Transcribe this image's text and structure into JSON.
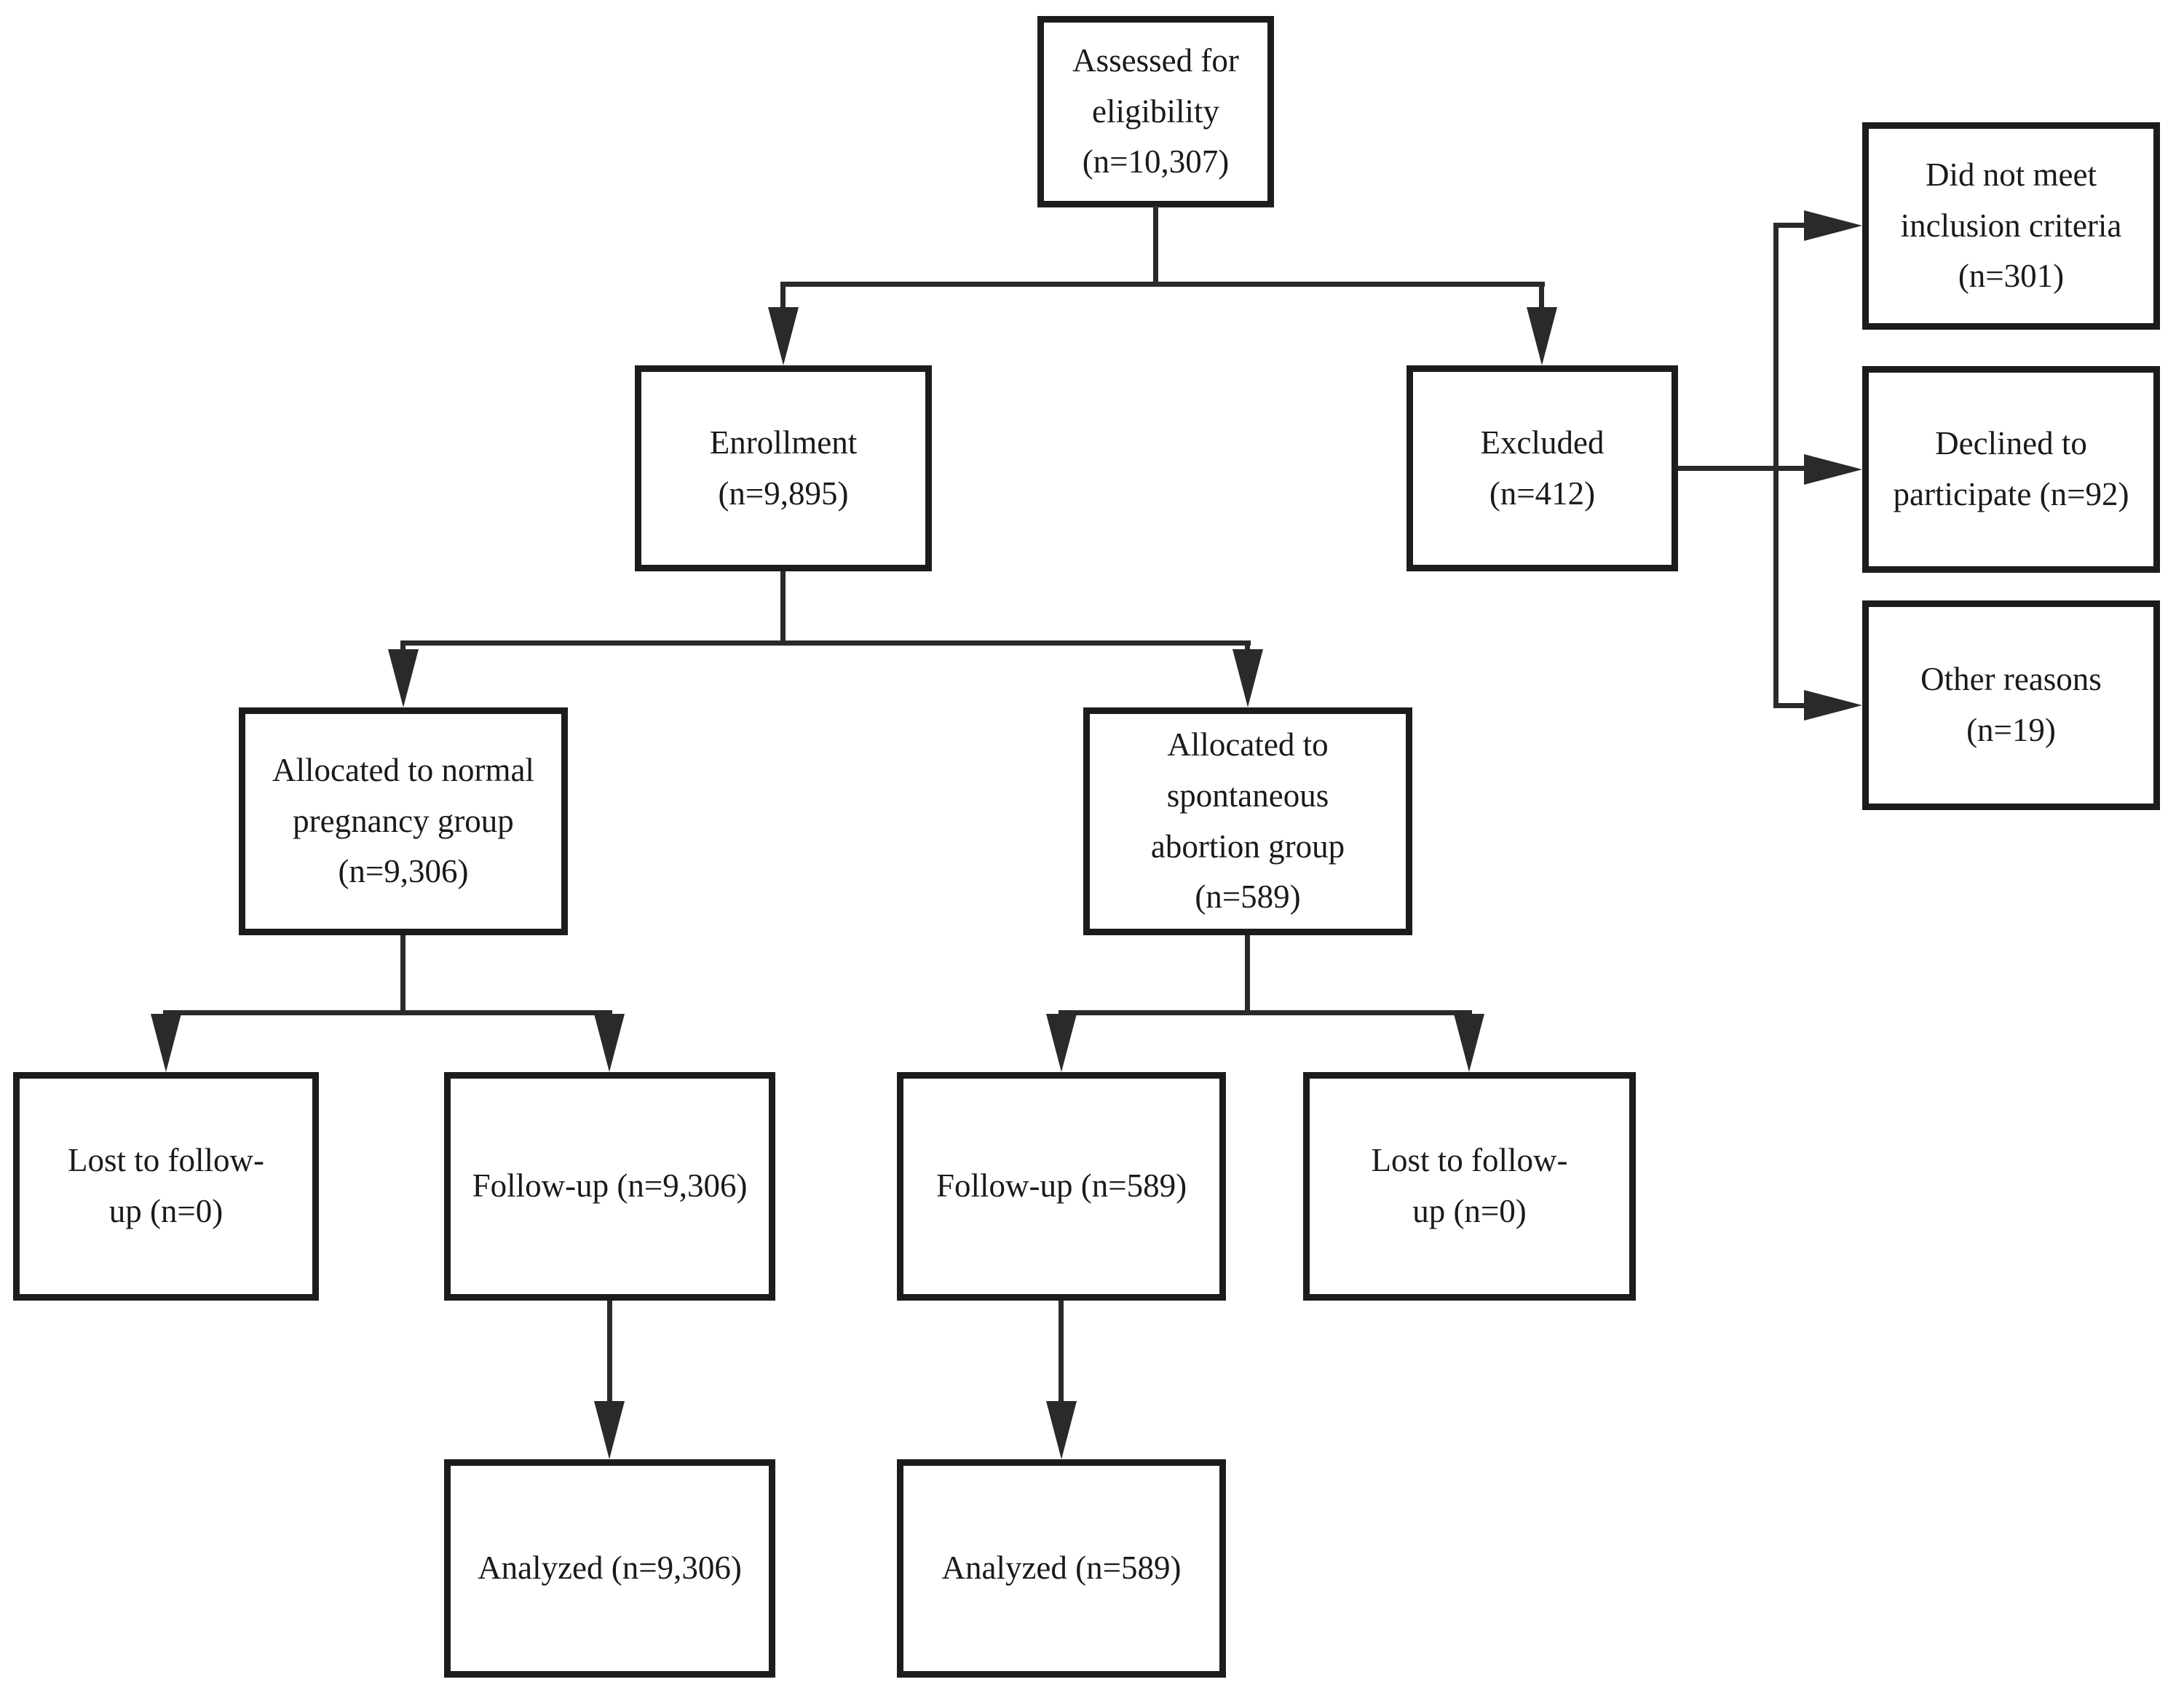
{
  "colors": {
    "background": "#ffffff",
    "box_border": "#1c1c1c",
    "line": "#2a2a2a",
    "text": "#1a1a1a"
  },
  "boxes": {
    "assessed": {
      "label": "Assessed for\neligibility\n(n=10,307)"
    },
    "enrollment": {
      "label": "Enrollment\n(n=9,895)"
    },
    "excluded": {
      "label": "Excluded\n(n=412)"
    },
    "not_meet": {
      "label": "Did not meet\ninclusion criteria\n(n=301)"
    },
    "declined": {
      "label": "Declined to\nparticipate (n=92)"
    },
    "other": {
      "label": "Other reasons\n(n=19)"
    },
    "alloc_normal": {
      "label": "Allocated to normal\npregnancy group\n(n=9,306)"
    },
    "alloc_spont": {
      "label": "Allocated to\nspontaneous\nabortion group\n(n=589)"
    },
    "lost_normal": {
      "label": "Lost to follow-\nup (n=0)"
    },
    "followup_normal": {
      "label": "Follow-up (n=9,306)"
    },
    "followup_spont": {
      "label": "Follow-up (n=589)"
    },
    "lost_spont": {
      "label": "Lost to follow-\nup (n=0)"
    },
    "analyzed_normal": {
      "label": "Analyzed (n=9,306)"
    },
    "analyzed_spont": {
      "label": "Analyzed (n=589)"
    }
  }
}
